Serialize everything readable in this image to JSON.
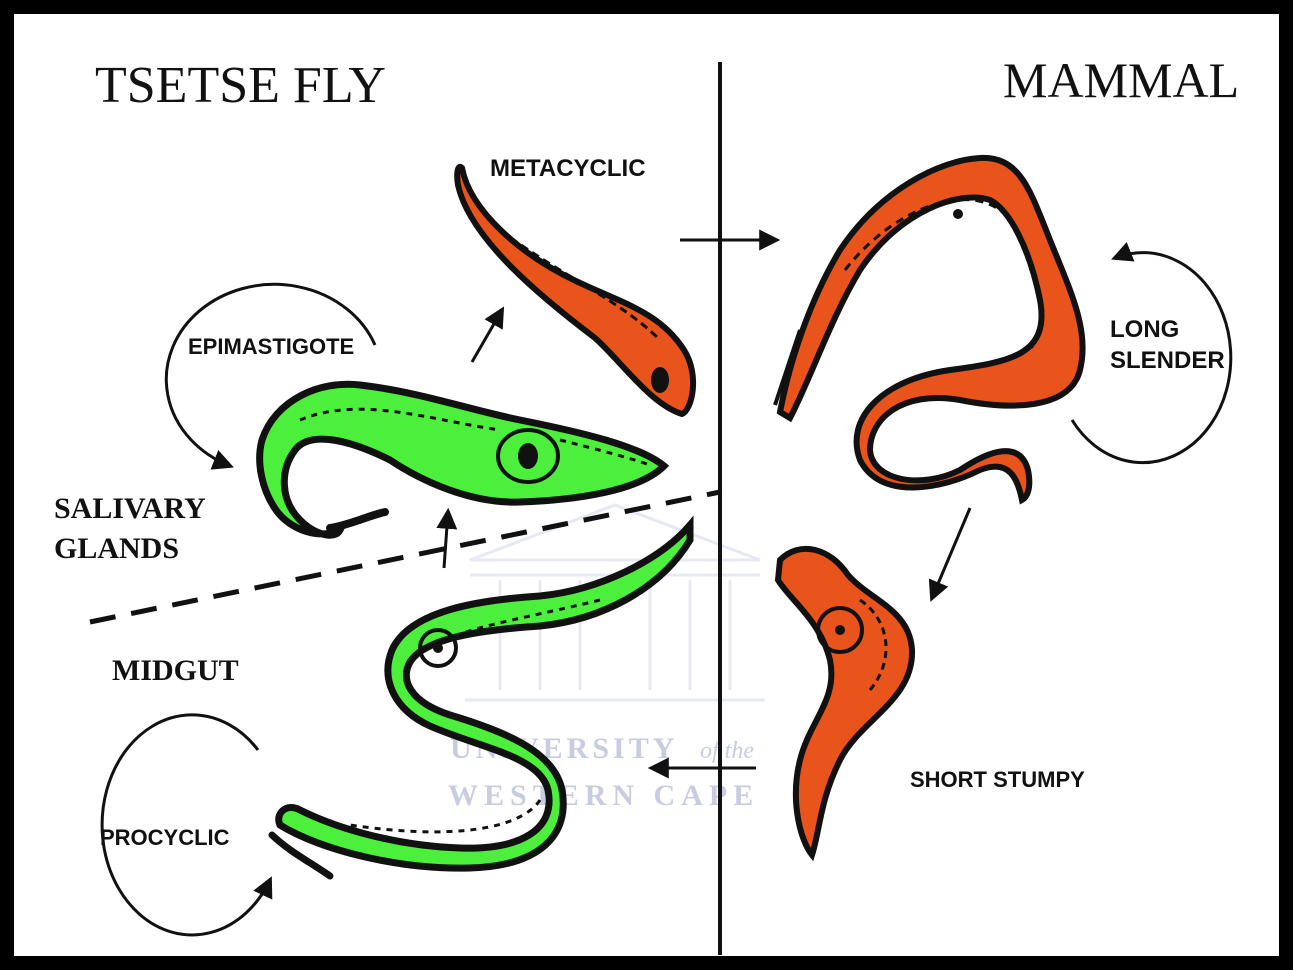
{
  "headings": {
    "left": "TSETSE FLY",
    "right": "MAMMAL"
  },
  "regions": {
    "salivary_line1": "SALIVARY",
    "salivary_line2": "GLANDS",
    "midgut": "MIDGUT"
  },
  "stages": {
    "metacyclic": "METACYCLIC",
    "epimastigote": "EPIMASTIGOTE",
    "long_slender_line1": "LONG",
    "long_slender_line2": "SLENDER",
    "short_stumpy": "SHORT STUMPY",
    "procyclic": "PROCYCLIC"
  },
  "watermark": {
    "line1": "UNIVERSITY",
    "of_the": "of the",
    "line2": "WESTERN CAPE"
  },
  "colors": {
    "fly_stage": "#4cf03c",
    "mammal_stage": "#e8541c",
    "outline": "#111111",
    "watermark": "#c8cce0"
  }
}
